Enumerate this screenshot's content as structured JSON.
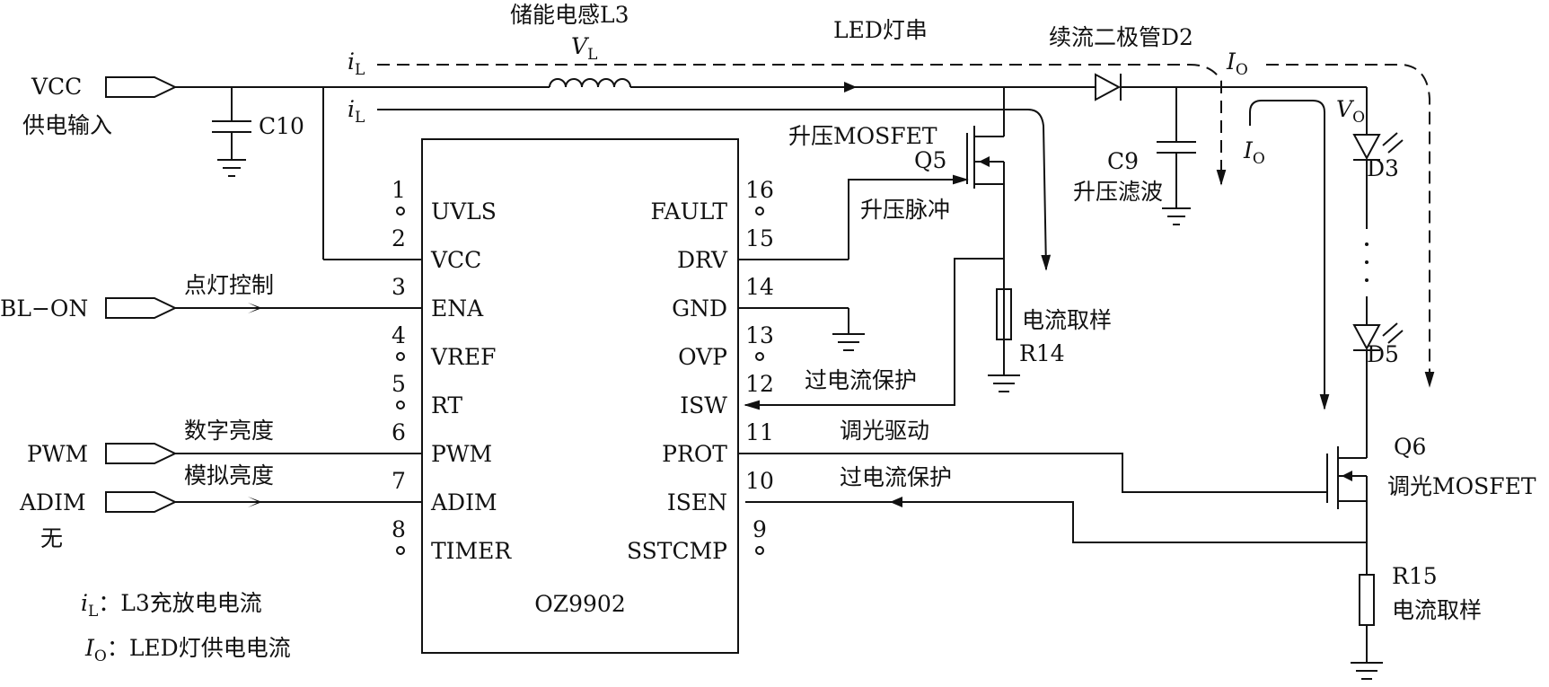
{
  "chip": {
    "name": "OZ9902",
    "left_pins": [
      {
        "num": "1",
        "name": "UVLS"
      },
      {
        "num": "2",
        "name": "VCC"
      },
      {
        "num": "3",
        "name": "ENA"
      },
      {
        "num": "4",
        "name": "VREF"
      },
      {
        "num": "5",
        "name": "RT"
      },
      {
        "num": "6",
        "name": "PWM"
      },
      {
        "num": "7",
        "name": "ADIM"
      },
      {
        "num": "8",
        "name": "TIMER"
      }
    ],
    "right_pins": [
      {
        "num": "16",
        "name": "FAULT"
      },
      {
        "num": "15",
        "name": "DRV"
      },
      {
        "num": "14",
        "name": "GND"
      },
      {
        "num": "13",
        "name": "OVP"
      },
      {
        "num": "12",
        "name": "ISW"
      },
      {
        "num": "11",
        "name": "PROT"
      },
      {
        "num": "10",
        "name": "ISEN"
      },
      {
        "num": "9",
        "name": "SSTCMP"
      }
    ]
  },
  "inputs": {
    "vcc": "VCC",
    "vcc_desc": "供电输入",
    "bl_on": "BL−ON",
    "pwm": "PWM",
    "adim": "ADIM",
    "adim_note": "无"
  },
  "labels": {
    "c10": "C10",
    "inductor": "储能电感L3",
    "vl_sym": "V",
    "vl_sub": "L",
    "led_string": "LED灯串",
    "d2": "续流二极管D2",
    "il_sym": "i",
    "il_sub": "L",
    "io_sym": "I",
    "io_sub": "O",
    "vo_sym": "V",
    "vo_sub": "O",
    "q5_name": "升压MOSFET",
    "q5": "Q5",
    "boost_pulse": "升压脉冲",
    "c9": "C9",
    "boost_filter": "升压滤波",
    "r14_desc": "电流取样",
    "r14": "R14",
    "ocp1": "过电流保护",
    "ocp2": "过电流保护",
    "dim_drive": "调光驱动",
    "d3": "D3",
    "d5": "D5",
    "q6": "Q6",
    "q6_name": "调光MOSFET",
    "r15": "R15",
    "r15_desc": "电流取样",
    "light_ctrl": "点灯控制",
    "digital_bright": "数字亮度",
    "analog_bright": "模拟亮度"
  },
  "legend": {
    "il_text": "：L3充放电电流",
    "io_text": "：LED灯供电电流"
  }
}
